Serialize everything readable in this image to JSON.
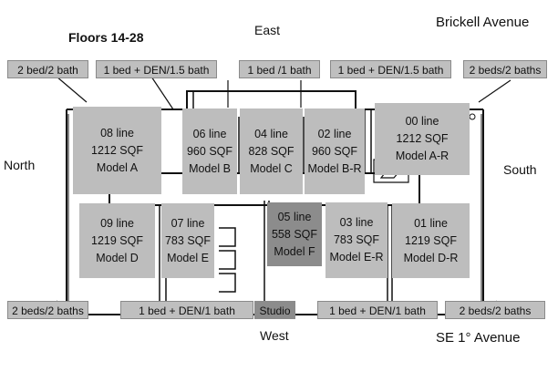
{
  "compass": {
    "north": "North",
    "south": "South",
    "east": "East",
    "west": "West"
  },
  "floors": "Floors 14-28",
  "streets": {
    "top": "Brickell Avenue",
    "bottom": "SE 1° Avenue"
  },
  "top_labels": [
    "2 bed/2 bath",
    "1 bed + DEN/1.5 bath",
    "1 bed /1 bath",
    "1 bed + DEN/1.5 bath",
    "2 beds/2 baths"
  ],
  "bottom_labels": [
    "2 beds/2 baths",
    "1 bed + DEN/1 bath",
    "Studio",
    "1 bed + DEN/1 bath",
    "2 beds/2 baths"
  ],
  "units": [
    {
      "line": "08 line",
      "sqf": "1212 SQF",
      "model": "Model A"
    },
    {
      "line": "06 line",
      "sqf": "960 SQF",
      "model": "Model B"
    },
    {
      "line": "04 line",
      "sqf": "828 SQF",
      "model": "Model C"
    },
    {
      "line": "02 line",
      "sqf": "960 SQF",
      "model": "Model B-R"
    },
    {
      "line": "00 line",
      "sqf": "1212 SQF",
      "model": "Model A-R"
    },
    {
      "line": "09 line",
      "sqf": "1219 SQF",
      "model": "Model D"
    },
    {
      "line": "07 line",
      "sqf": "783 SQF",
      "model": "Model E"
    },
    {
      "line": "05 line",
      "sqf": "558 SQF",
      "model": "Model F"
    },
    {
      "line": "03 line",
      "sqf": "783 SQF",
      "model": "Model E-R"
    },
    {
      "line": "01 line",
      "sqf": "1219 SQF",
      "model": "Model D-R"
    }
  ]
}
